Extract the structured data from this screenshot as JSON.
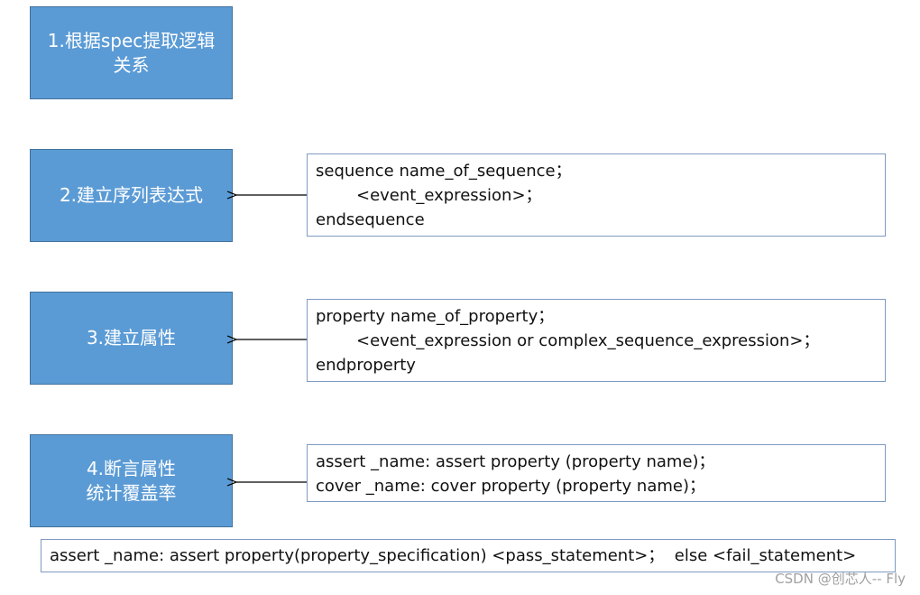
{
  "steps": [
    {
      "label": "1.根据spec提取逻辑\n关系"
    },
    {
      "label": "2.建立序列表达式"
    },
    {
      "label": "3.建立属性"
    },
    {
      "label": "4.断言属性\n统计覆盖率"
    }
  ],
  "code_boxes": [
    {
      "lines": [
        "sequence name_of_sequence；",
        "<event_expression>；",
        "endsequence"
      ]
    },
    {
      "lines": [
        "property name_of_property；",
        "<event_expression or complex_sequence_expression>；",
        "endproperty"
      ]
    },
    {
      "lines": [
        "assert _name: assert property (property name)；",
        "cover _name: cover property (property name)；"
      ]
    }
  ],
  "assert_syntax": "assert _name: assert property(property_specification) <pass_statement>；  else <fail_statement>",
  "watermark": "CSDN @创芯人-- Fly",
  "colors": {
    "step_fill": "#5b9bd5",
    "step_border": "#41719c",
    "box_border": "#7f9ac3"
  }
}
